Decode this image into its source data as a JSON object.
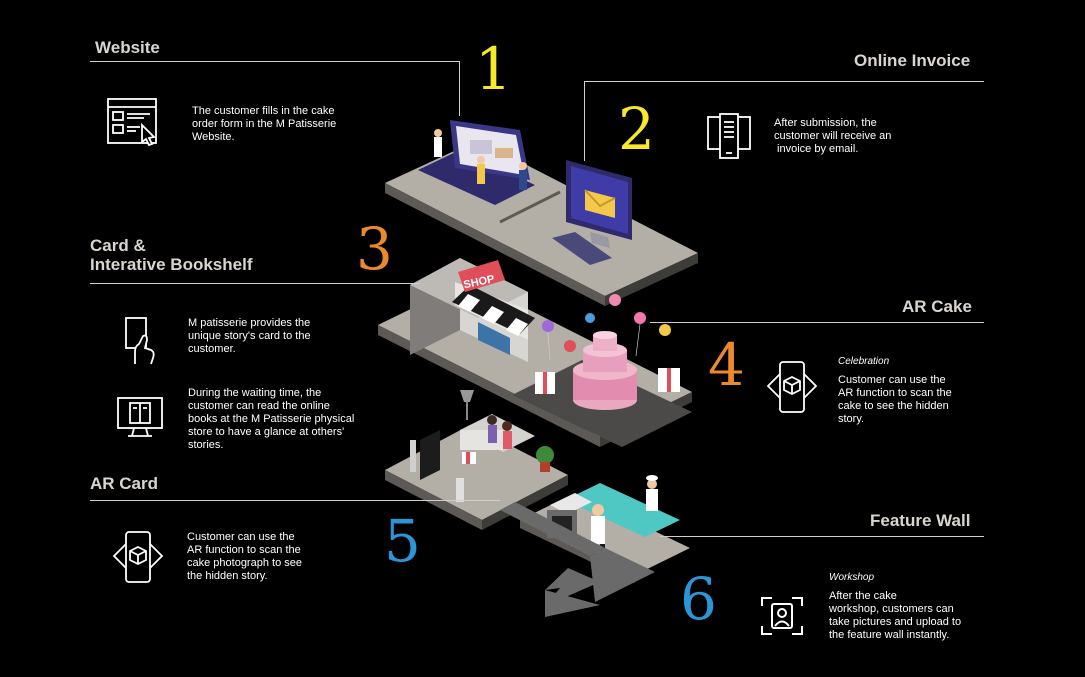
{
  "colors": {
    "yellow": "#f6e82a",
    "orange": "#ea8a2c",
    "blue": "#2c95d6",
    "floor": "#b3aea6",
    "floor_side": "#5d5a55",
    "arrow": "#6a6a6a"
  },
  "steps": [
    {
      "number": "1",
      "title": "Website",
      "icon": "website-form-icon",
      "lines": [
        "The customer fills in the cake",
        "order form in the M Patisserie",
        "Website."
      ]
    },
    {
      "number": "2",
      "title": "Online Invoice",
      "icon": "invoice-device-icon",
      "lines": [
        "After submission, the",
        "customer will receive an",
        " invoice by email."
      ]
    },
    {
      "number": "3",
      "title_lines": [
        "Card &",
        "Interative Bookshelf"
      ],
      "card": {
        "icon": "hand-card-icon",
        "lines": [
          "M patisserie provides the",
          "unique story's card to the",
          "customer."
        ]
      },
      "bookshelf": {
        "icon": "online-book-icon",
        "lines": [
          "During the waiting time, the",
          "customer can read the online",
          "books at the M Patisserie physical",
          "store to have a glance at others'",
          "stories."
        ]
      }
    },
    {
      "number": "4",
      "title": "AR Cake",
      "subtitle": "Celebration",
      "icon": "ar-cube-phone-icon",
      "lines": [
        "Customer can use the",
        "AR function to scan the",
        "cake to see the hidden",
        "story."
      ]
    },
    {
      "number": "5",
      "title": "AR Card",
      "icon": "ar-cube-phone-icon",
      "lines": [
        "Customer can use the",
        "AR function to scan the",
        "cake photograph to see",
        "the hidden story."
      ]
    },
    {
      "number": "6",
      "title": "Feature Wall",
      "subtitle": "Workshop",
      "icon": "camera-scan-icon",
      "lines": [
        "After the cake",
        "workshop, customers can",
        "take pictures and upload to",
        "the feature wall instantly."
      ]
    }
  ],
  "scene": {
    "shop_sign": "SHOP"
  }
}
